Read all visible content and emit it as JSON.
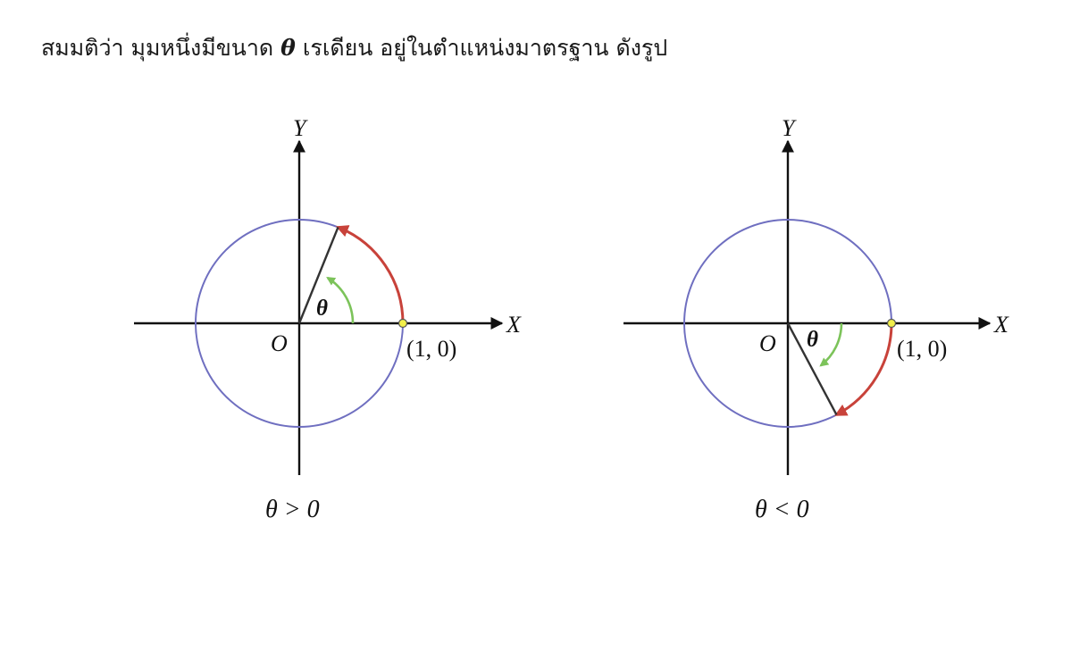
{
  "statement": {
    "before": "สมมติว่า มุมหนึ่งมีขนาด",
    "symbol": "θ",
    "after": "เรเดียน อยู่ในตำแหน่งมาตรฐาน ดังรูป"
  },
  "panels": [
    {
      "id": "positive",
      "x_axis_label": "X",
      "y_axis_label": "Y",
      "origin_label": "O",
      "point_label": "(1, 0)",
      "angle_label": "θ",
      "caption": "θ > 0",
      "angle_deg": 68,
      "direction": "counterclockwise"
    },
    {
      "id": "negative",
      "x_axis_label": "X",
      "y_axis_label": "Y",
      "origin_label": "O",
      "point_label": "(1, 0)",
      "angle_label": "θ",
      "caption": "θ < 0",
      "angle_deg": -62,
      "direction": "clockwise"
    }
  ],
  "colors": {
    "circle": "#6f6fc0",
    "arc": "#c8423a",
    "angle_arrow": "#7cc35a",
    "point_fill": "#f2ef4a",
    "axis": "#111111"
  }
}
